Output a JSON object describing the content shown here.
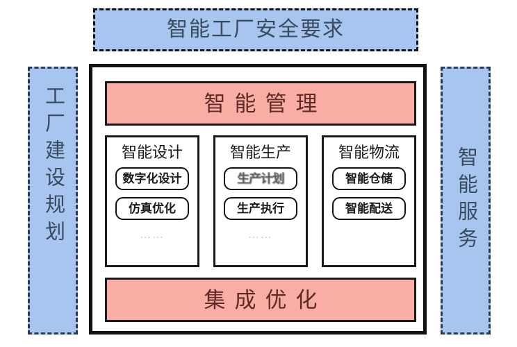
{
  "diagram": {
    "title_banner": {
      "label": "智能工厂安全要求",
      "fill_color": "#a8c5f0",
      "text_color": "#3a4a60",
      "border_style": "dashed"
    },
    "left_rail": {
      "label": "工厂建设规划",
      "fill_color": "#a8c5f0",
      "text_color": "#3a4a60"
    },
    "right_rail": {
      "label": "智能服务",
      "fill_color": "#a8c5f0",
      "text_color": "#3a4a60"
    },
    "top_layer": {
      "label": "智能管理",
      "fill_color": "#f9ada5",
      "text_color": "#5e2b26"
    },
    "bottom_layer": {
      "label": "集成优化",
      "fill_color": "#f9ada5",
      "text_color": "#5e2b26"
    },
    "pillars": [
      {
        "title": "智能设计",
        "items": [
          "数字化设计",
          "仿真优化"
        ],
        "more": "……",
        "show_more": true
      },
      {
        "title": "智能生产",
        "items": [
          "生产计划",
          "生产执行"
        ],
        "more": "……",
        "show_more": true
      },
      {
        "title": "智能物流",
        "items": [
          "智能仓储",
          "智能配送"
        ],
        "more": "",
        "show_more": false
      }
    ]
  }
}
